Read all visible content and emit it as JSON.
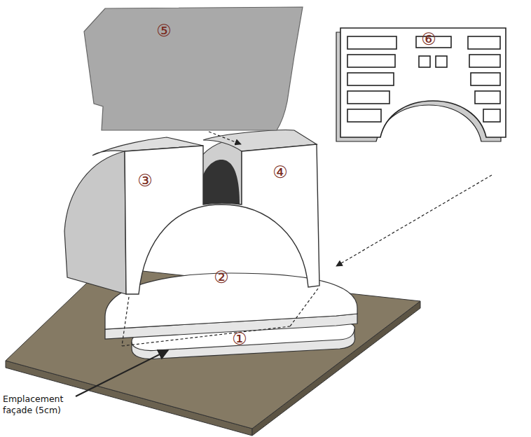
{
  "diagram": {
    "labels": [
      "⑤",
      "⑥",
      "③",
      "④",
      "②",
      "①",
      "Emplacement façade (5cm)"
    ]
  }
}
